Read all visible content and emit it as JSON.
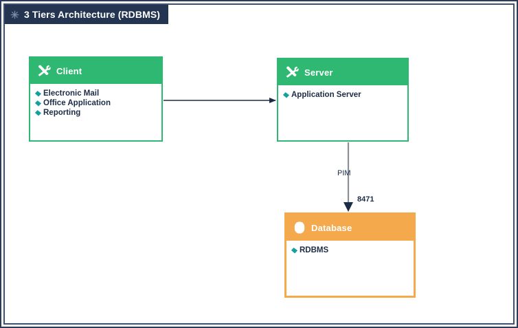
{
  "window": {
    "title": "3 Tiers Architecture (RDBMS)",
    "title_icon": "snowflake-icon"
  },
  "colors": {
    "frame_border": "#2b3d57",
    "title_bar_bg": "#233550",
    "node_green": "#2eb872",
    "node_orange": "#f4a94c",
    "bullet_teal": "#12a0a0",
    "text_dark": "#1c2c46",
    "connector_gray": "#8a8f98",
    "connector_dark": "#1c2c46"
  },
  "nodes": [
    {
      "id": "client",
      "title": "Client",
      "icon": "tools-icon",
      "color": "green",
      "items": [
        {
          "label": "Electronic Mail",
          "bullet": "diamond-bullet-icon"
        },
        {
          "label": "Office Application",
          "bullet": "diamond-bullet-icon"
        },
        {
          "label": "Reporting",
          "bullet": "diamond-bullet-icon"
        }
      ]
    },
    {
      "id": "server",
      "title": "Server",
      "icon": "tools-icon",
      "color": "green",
      "items": [
        {
          "label": "Application Server",
          "bullet": "diamond-bullet-icon"
        }
      ]
    },
    {
      "id": "database",
      "title": "Database",
      "icon": "cylinder-icon",
      "color": "orange",
      "items": [
        {
          "label": "RDBMS",
          "bullet": "diamond-bullet-icon"
        }
      ]
    }
  ],
  "connectors": [
    {
      "id": "client-to-server",
      "from": "client",
      "to": "server",
      "label": "",
      "port": "",
      "style": "dark-solid-arrow"
    },
    {
      "id": "server-to-database",
      "from": "server",
      "to": "database",
      "label": "PIM",
      "port": "8471",
      "style": "gray-solid-arrow"
    }
  ]
}
